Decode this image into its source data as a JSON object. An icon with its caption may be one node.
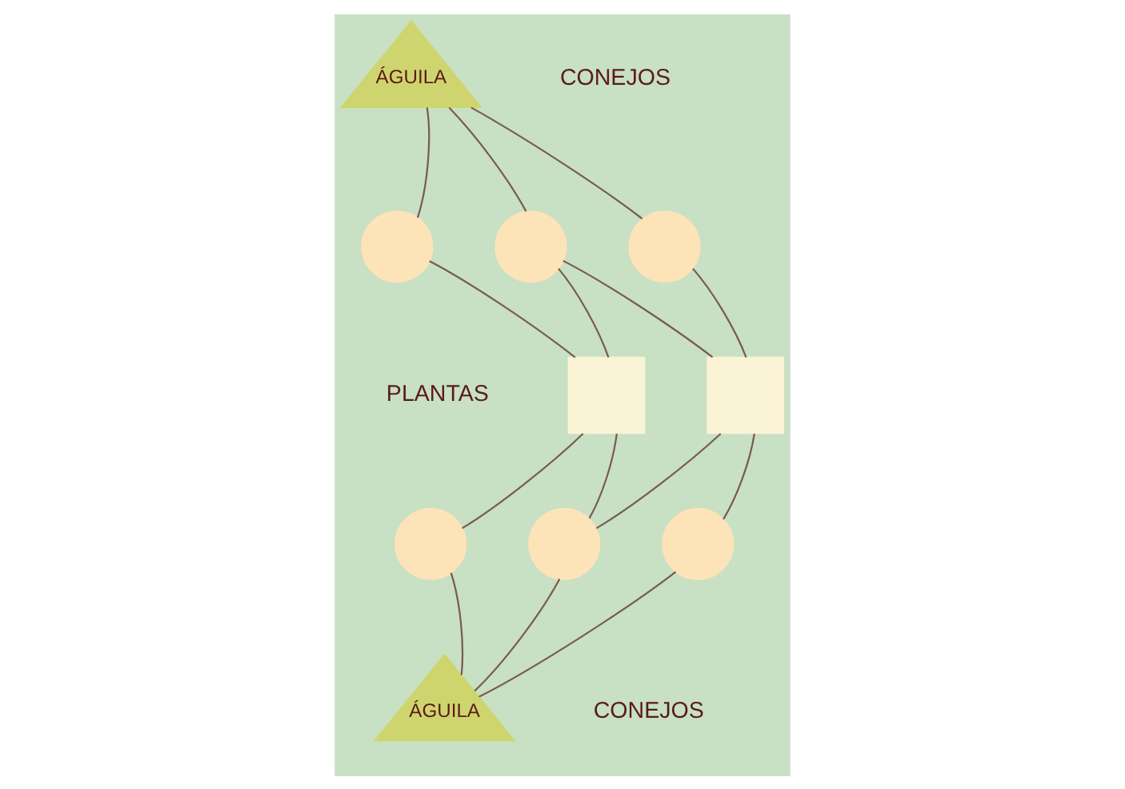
{
  "diagram": {
    "nodes": [
      {
        "text": [
          "ÁGUILA"
        ]
      },
      {
        "text": [],
        "shape": "circle"
      },
      {
        "text": [],
        "shape": "circle"
      },
      {
        "text": [],
        "shape": "circle"
      },
      {
        "text": [],
        "shape": "box"
      },
      {
        "text": [],
        "shape": "box"
      },
      {
        "text": [],
        "shape": "circle"
      },
      {
        "text": [],
        "shape": "circle"
      },
      {
        "text": [],
        "shape": "circle"
      },
      {
        "text": [
          "ÁGUILA"
        ]
      }
    ],
    "edges": [
      {
        "from": 0,
        "to": 1,
        "arrow": "none"
      },
      {
        "from": 0,
        "to": 2,
        "arrow": "none"
      },
      {
        "from": 0,
        "to": 3,
        "arrow": "none"
      },
      {
        "from": 4,
        "to": 1,
        "arrow": "none"
      },
      {
        "from": 4,
        "to": 2,
        "arrow": "none"
      },
      {
        "from": 5,
        "to": 2,
        "arrow": "none"
      },
      {
        "from": 5,
        "to": 3,
        "arrow": "none"
      },
      {
        "from": 4,
        "to": 6,
        "arrow": "none"
      },
      {
        "from": 4,
        "to": 7,
        "arrow": "none"
      },
      {
        "from": 5,
        "to": 7,
        "arrow": "none"
      },
      {
        "from": 5,
        "to": 8,
        "arrow": "none"
      },
      {
        "from": 9,
        "to": 6,
        "arrow": "none"
      },
      {
        "from": 9,
        "to": 7,
        "arrow": "none"
      },
      {
        "from": 9,
        "to": 8,
        "arrow": "none"
      }
    ],
    "labels": [
      "CONEJOS",
      "PLANTAS",
      "CONEJOS"
    ]
  }
}
